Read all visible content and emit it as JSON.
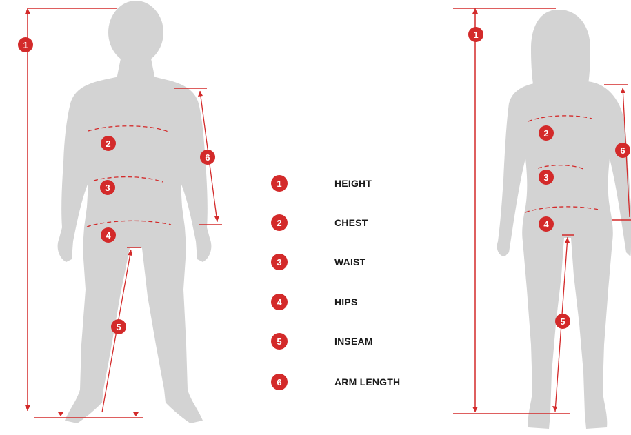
{
  "colors": {
    "accent": "#d32a2a",
    "silhouette": "#d3d3d3",
    "text": "#1a1a1a"
  },
  "legend": [
    {
      "number": "1",
      "label": "HEIGHT"
    },
    {
      "number": "2",
      "label": "CHEST"
    },
    {
      "number": "3",
      "label": "WAIST"
    },
    {
      "number": "4",
      "label": "HIPS"
    },
    {
      "number": "5",
      "label": "INSEAM"
    },
    {
      "number": "6",
      "label": "ARM LENGTH"
    }
  ],
  "male_markers": [
    "1",
    "2",
    "3",
    "4",
    "5",
    "6"
  ],
  "female_markers": [
    "1",
    "2",
    "3",
    "4",
    "5",
    "6"
  ]
}
